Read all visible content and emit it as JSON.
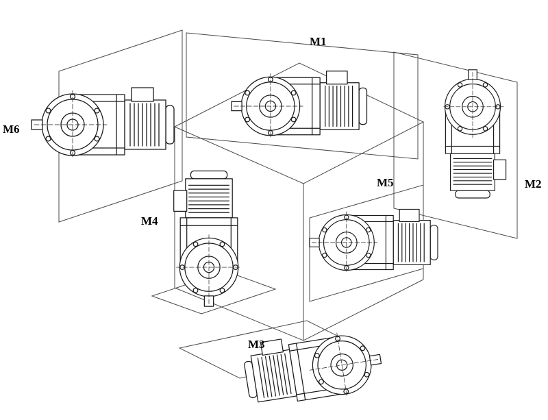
{
  "figure": {
    "background_color": "#ffffff",
    "line_color": "#1a1a1a",
    "frame_line_color": "#4a4a4a",
    "label_color": "#000000"
  },
  "mounting_positions": {
    "m1": "M1",
    "m2": "M2",
    "m3": "M3",
    "m4": "M4",
    "m5": "M5",
    "m6": "M6"
  }
}
